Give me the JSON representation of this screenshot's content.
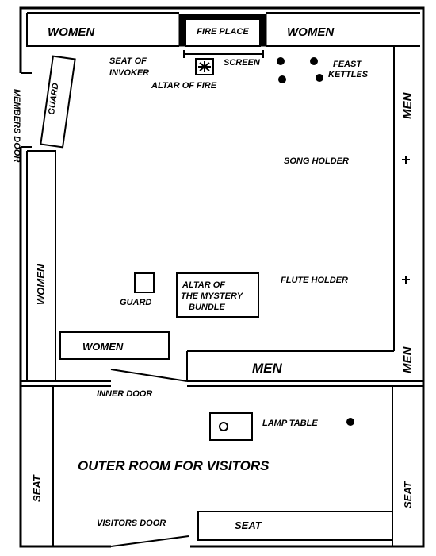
{
  "labels": {
    "women_top_left": "WOMEN",
    "fire_place": "FIRE PLACE",
    "women_top_right": "WOMEN",
    "seat_of": "SEAT OF",
    "invoker": "INVOKER",
    "screen": "SCREEN",
    "altar_of_fire": "ALTAR OF FIRE",
    "feast": "FEAST",
    "kettles": "KETTLES",
    "members_door": "MEMBERS DOOR",
    "guard_top": "GUARD",
    "men_right_top": "MEN",
    "song_holder": "SONG HOLDER",
    "women_left": "WOMEN",
    "guard": "GUARD",
    "altar_of_the": "ALTAR OF",
    "mystery": "THE MYSTERY",
    "bundle": "BUNDLE",
    "flute_holder": "FLUTE HOLDER",
    "women_bench": "WOMEN",
    "men_right_bottom": "MEN",
    "men_bench": "MEN",
    "inner_door": "INNER DOOR",
    "lamp_table": "LAMP TABLE",
    "outer_room": "OUTER ROOM FOR VISITORS",
    "seat_left": "SEAT",
    "seat_right": "SEAT",
    "visitors_door": "VISITORS DOOR",
    "seat_bottom": "SEAT"
  },
  "colors": {
    "ink": "#000000",
    "paper": "#ffffff"
  }
}
